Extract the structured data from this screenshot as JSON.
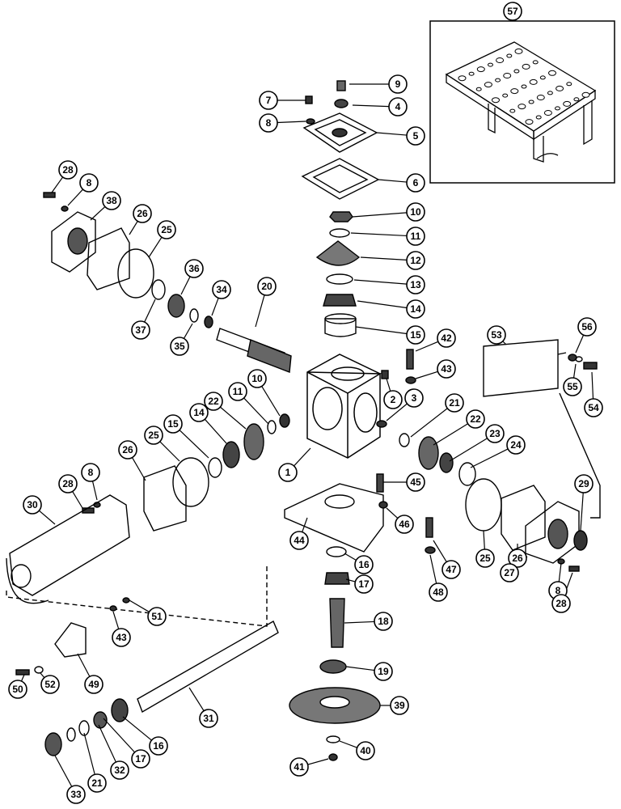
{
  "inset_label": "57",
  "callouts": [
    {
      "id": "c57",
      "label": "57"
    },
    {
      "id": "c9",
      "label": "9"
    },
    {
      "id": "c7",
      "label": "7"
    },
    {
      "id": "c4",
      "label": "4"
    },
    {
      "id": "c8a",
      "label": "8"
    },
    {
      "id": "c5",
      "label": "5"
    },
    {
      "id": "c6",
      "label": "6"
    },
    {
      "id": "c28a",
      "label": "28"
    },
    {
      "id": "c8b",
      "label": "8"
    },
    {
      "id": "c38",
      "label": "38"
    },
    {
      "id": "c26a",
      "label": "26"
    },
    {
      "id": "c25a",
      "label": "25"
    },
    {
      "id": "c10a",
      "label": "10"
    },
    {
      "id": "c11a",
      "label": "11"
    },
    {
      "id": "c12",
      "label": "12"
    },
    {
      "id": "c36",
      "label": "36"
    },
    {
      "id": "c13",
      "label": "13"
    },
    {
      "id": "c34",
      "label": "34"
    },
    {
      "id": "c20",
      "label": "20"
    },
    {
      "id": "c37",
      "label": "37"
    },
    {
      "id": "c35",
      "label": "35"
    },
    {
      "id": "c14a",
      "label": "14"
    },
    {
      "id": "c15a",
      "label": "15"
    },
    {
      "id": "c42",
      "label": "42"
    },
    {
      "id": "c53",
      "label": "53"
    },
    {
      "id": "c56",
      "label": "56"
    },
    {
      "id": "c43a",
      "label": "43"
    },
    {
      "id": "c10b",
      "label": "10"
    },
    {
      "id": "c11b",
      "label": "11"
    },
    {
      "id": "c22a",
      "label": "22"
    },
    {
      "id": "c2",
      "label": "2"
    },
    {
      "id": "c55",
      "label": "55"
    },
    {
      "id": "c54",
      "label": "54"
    },
    {
      "id": "c3",
      "label": "3"
    },
    {
      "id": "c14b",
      "label": "14"
    },
    {
      "id": "c15b",
      "label": "15"
    },
    {
      "id": "c21a",
      "label": "21"
    },
    {
      "id": "c22b",
      "label": "22"
    },
    {
      "id": "c25b",
      "label": "25"
    },
    {
      "id": "c23",
      "label": "23"
    },
    {
      "id": "c24",
      "label": "24"
    },
    {
      "id": "c26b",
      "label": "26"
    },
    {
      "id": "c1",
      "label": "1"
    },
    {
      "id": "c8c",
      "label": "8"
    },
    {
      "id": "c30",
      "label": "30"
    },
    {
      "id": "c28b",
      "label": "28"
    },
    {
      "id": "c45",
      "label": "45"
    },
    {
      "id": "c29",
      "label": "29"
    },
    {
      "id": "c46",
      "label": "46"
    },
    {
      "id": "c44",
      "label": "44"
    },
    {
      "id": "c47",
      "label": "47"
    },
    {
      "id": "c25c",
      "label": "25"
    },
    {
      "id": "c26c",
      "label": "26"
    },
    {
      "id": "c16a",
      "label": "16"
    },
    {
      "id": "c27",
      "label": "27"
    },
    {
      "id": "c17a",
      "label": "17"
    },
    {
      "id": "c48",
      "label": "48"
    },
    {
      "id": "c8d",
      "label": "8"
    },
    {
      "id": "c28c",
      "label": "28"
    },
    {
      "id": "c51",
      "label": "51"
    },
    {
      "id": "c43b",
      "label": "43"
    },
    {
      "id": "c18",
      "label": "18"
    },
    {
      "id": "c50",
      "label": "50"
    },
    {
      "id": "c52",
      "label": "52"
    },
    {
      "id": "c49",
      "label": "49"
    },
    {
      "id": "c19",
      "label": "19"
    },
    {
      "id": "c31",
      "label": "31"
    },
    {
      "id": "c39",
      "label": "39"
    },
    {
      "id": "c16b",
      "label": "16"
    },
    {
      "id": "c40",
      "label": "40"
    },
    {
      "id": "c41",
      "label": "41"
    },
    {
      "id": "c33",
      "label": "33"
    },
    {
      "id": "c21b",
      "label": "21"
    },
    {
      "id": "c32",
      "label": "32"
    },
    {
      "id": "c17b",
      "label": "17"
    }
  ]
}
